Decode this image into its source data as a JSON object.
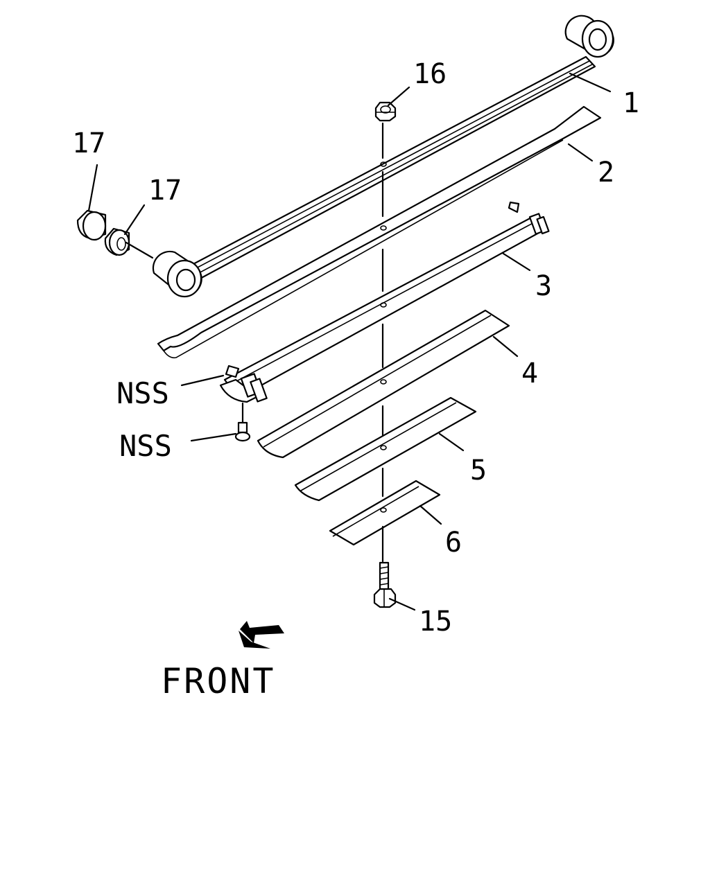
{
  "callouts": {
    "c1": "1",
    "c2": "2",
    "c3": "3",
    "c4": "4",
    "c5": "5",
    "c6": "6",
    "c15": "15",
    "c16": "16",
    "c17a": "17",
    "c17b": "17",
    "nss_bracket": "NSS",
    "nss_bolt": "NSS"
  },
  "direction": {
    "text": "FRONT",
    "icon": "front-arrow-icon"
  }
}
